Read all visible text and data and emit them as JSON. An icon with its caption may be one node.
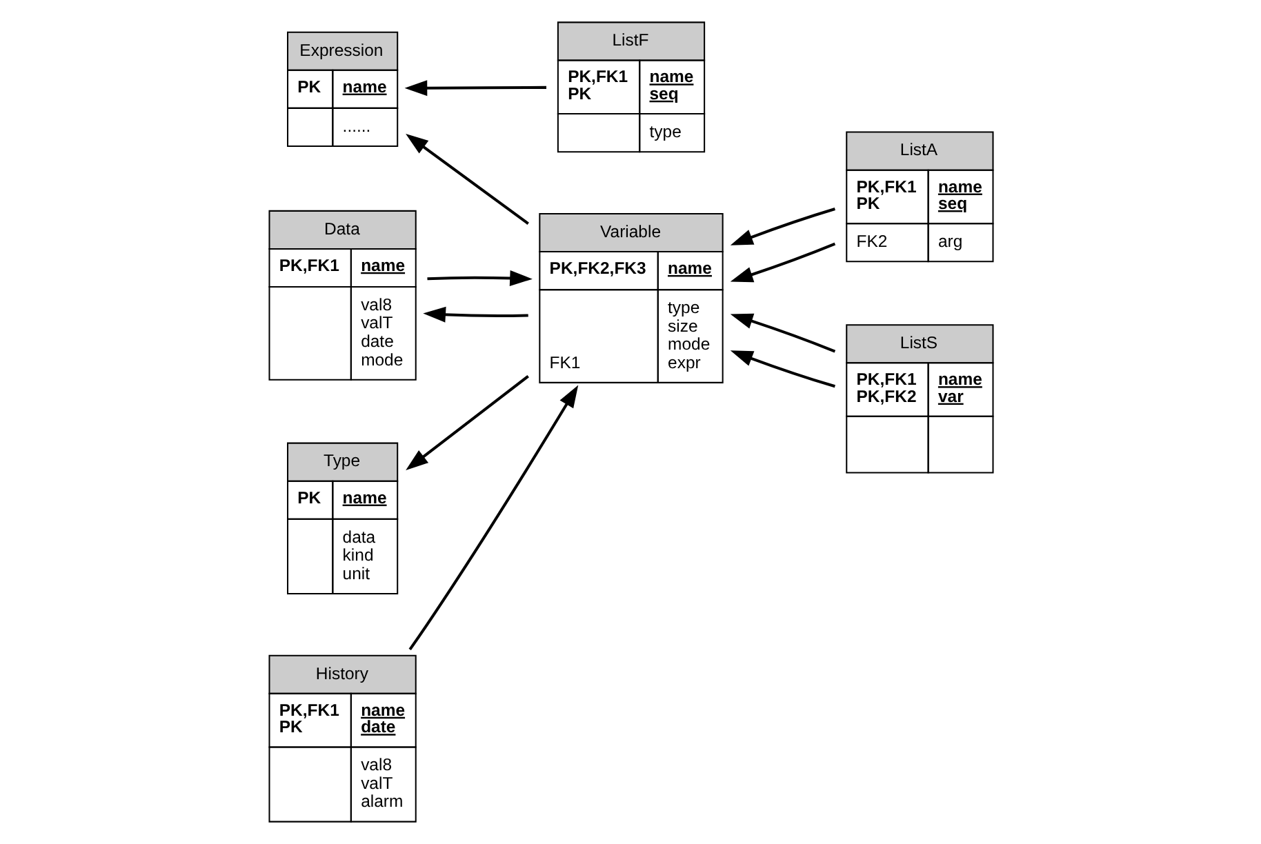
{
  "diagram": {
    "nodes": [
      {
        "text": [
          "Type",
          "PK",
          "name",
          "data kind unit"
        ]
      },
      {
        "text": [
          "Expression",
          "PK",
          "name",
          "......"
        ]
      },
      {
        "text": [
          "ListF",
          "PK,FK1 PK",
          "name seq",
          "type"
        ]
      },
      {
        "text": [
          "Data",
          "PK,FK1",
          "name",
          "val8 valT date mode"
        ]
      },
      {
        "text": [
          "ListA",
          "PK,FK1 PK",
          "name seq",
          "FK2",
          "arg"
        ]
      },
      {
        "text": [
          "Variable",
          "PK,FK2,FK3",
          "name",
          "FK1",
          "type size mode expr"
        ]
      },
      {
        "text": [
          "History",
          "PK,FK1 PK",
          "name date",
          "val8 valT alarm"
        ]
      },
      {
        "text": [
          "ListS",
          "PK,FK1 PK,FK2",
          "name var"
        ]
      }
    ],
    "edges": [
      {
        "from": 3,
        "to": 5,
        "arrow": "to"
      },
      {
        "from": 5,
        "to": 3,
        "arrow": "to"
      },
      {
        "from": 5,
        "to": 0,
        "arrow": "to"
      },
      {
        "from": 5,
        "to": 1,
        "arrow": "to"
      },
      {
        "from": 2,
        "to": 1,
        "arrow": "to"
      },
      {
        "from": 4,
        "to": 5,
        "arrow": "to"
      },
      {
        "from": 4,
        "to": 5,
        "arrow": "to"
      },
      {
        "from": 6,
        "to": 5,
        "arrow": "to"
      },
      {
        "from": 7,
        "to": 5,
        "arrow": "to"
      },
      {
        "from": 7,
        "to": 5,
        "arrow": "to"
      }
    ]
  }
}
